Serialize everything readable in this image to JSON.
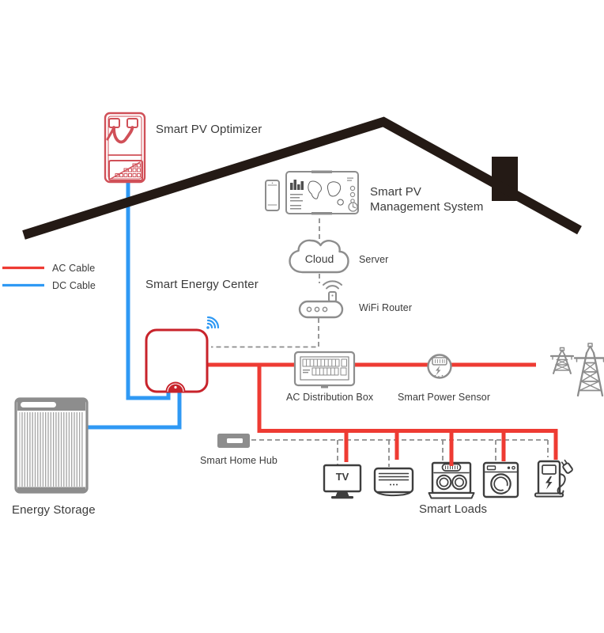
{
  "legend": {
    "items": [
      {
        "label": "AC Cable",
        "color": "#ee3b33"
      },
      {
        "label": "DC Cable",
        "color": "#2f99f4"
      }
    ]
  },
  "labels": {
    "pv_optimizer": "Smart PV Optimizer",
    "management_line1": "Smart PV",
    "management_line2": "Management System",
    "cloud": "Cloud",
    "server": "Server",
    "wifi_router": "WiFi Router",
    "energy_center": "Smart Energy Center",
    "ac_distribution_box": "AC Distribution Box",
    "power_sensor": "Smart Power Sensor",
    "home_hub": "Smart Home Hub",
    "energy_storage": "Energy Storage",
    "smart_loads": "Smart Loads",
    "tv": "TV"
  },
  "colors": {
    "ac_cable": "#ee3b33",
    "dc_cable": "#2f99f4",
    "device_red": "#c8232b",
    "optimizer_red": "#d05058",
    "icon_gray": "#8d8d8d",
    "load_dark": "#3e3e3e",
    "roof_black": "#241a15",
    "text": "#3b3b3b"
  }
}
